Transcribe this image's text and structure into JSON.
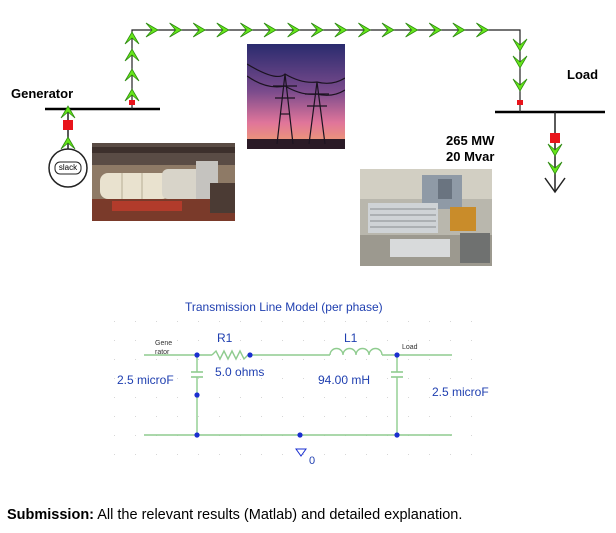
{
  "power_system": {
    "generator_label": "Generator",
    "load_label": "Load",
    "slack_label": "slack",
    "load_mw": "265 MW",
    "load_mvar": "20 Mvar"
  },
  "circuit": {
    "title": "Transmission Line Model (per phase)",
    "generator_tag_line1": "Gene",
    "generator_tag_line2": "rator",
    "load_tag": "Load",
    "r1_label": "R1",
    "r1_value": "5.0 ohms",
    "l1_label": "L1",
    "l1_value": "94.00 mH",
    "c_left_value": "2.5 microF",
    "c_right_value": "2.5 microF",
    "ground_label": "0"
  },
  "footer": {
    "submission_label": "Submission:",
    "submission_text": " All the relevant results (Matlab)  and detailed explanation."
  },
  "colors": {
    "flow_arrow": "#66e61a",
    "breaker": "#e8141b",
    "circuit_wire": "#8fcc8f",
    "circuit_text": "#1f3fb0",
    "node": "#1a2fd0"
  }
}
